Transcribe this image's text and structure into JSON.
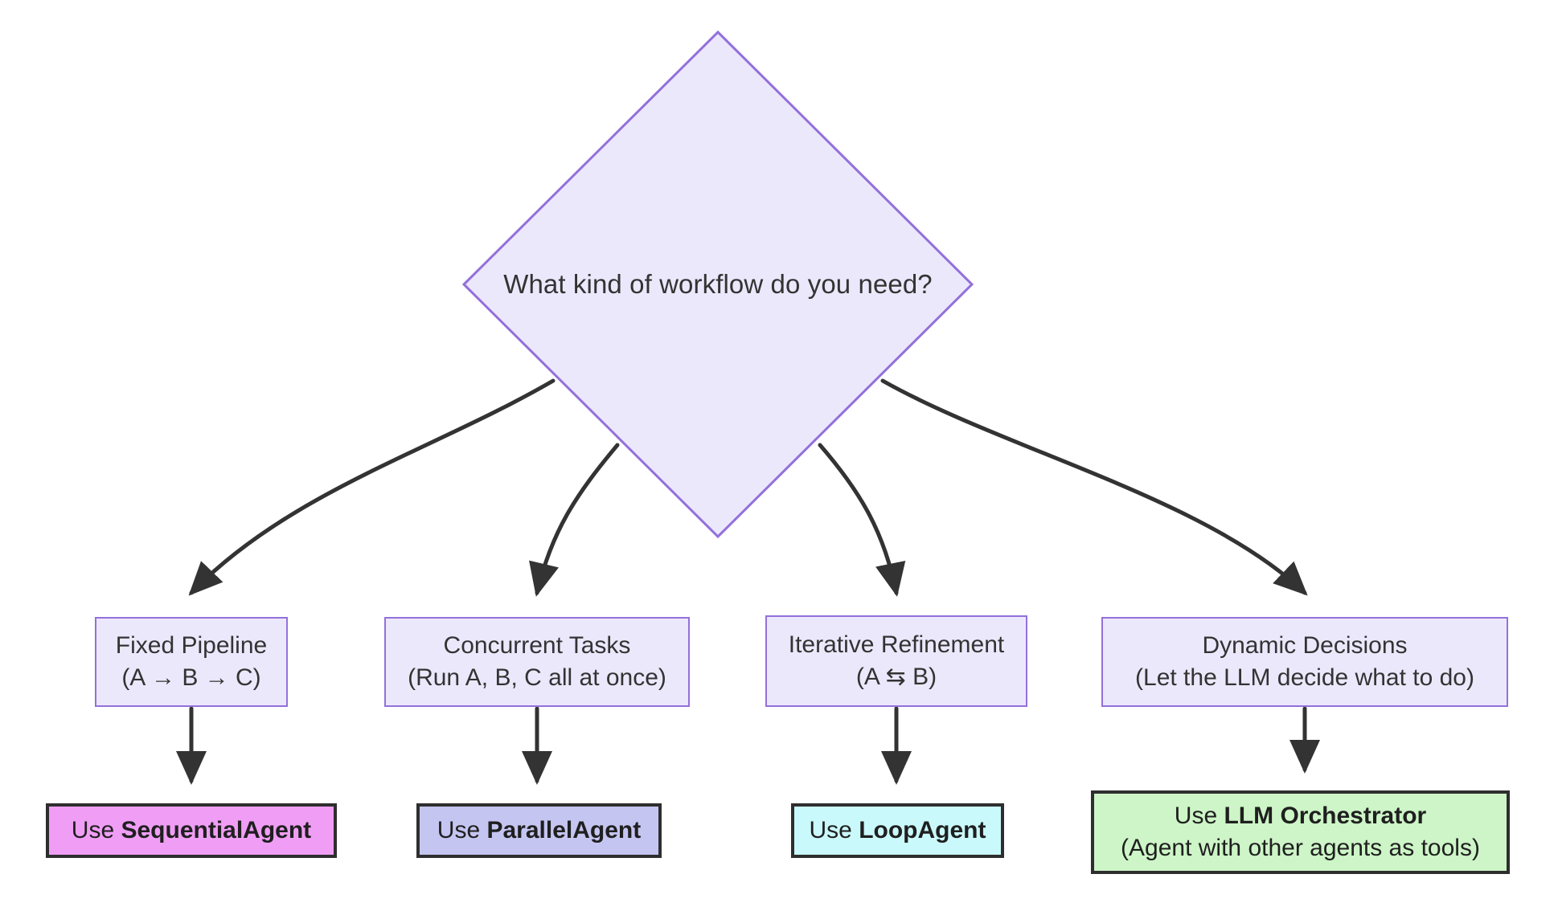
{
  "diagram": {
    "type": "decision-flowchart",
    "background_color": "#ffffff",
    "decision": {
      "text": "What kind of workflow do you need?",
      "shape": "diamond",
      "fill_color": "#ece8fc",
      "border_color": "#9370db"
    },
    "options": [
      {
        "id": "sequential",
        "line1": "Fixed Pipeline",
        "line2": "(A → B → C)",
        "fill_color": "#ece8fc",
        "border_color": "#9370db"
      },
      {
        "id": "parallel",
        "line1": "Concurrent Tasks",
        "line2": "(Run A, B, C all at once)",
        "fill_color": "#ece8fc",
        "border_color": "#9370db"
      },
      {
        "id": "loop",
        "line1": "Iterative Refinement",
        "line2": "(A ⇆ B)",
        "fill_color": "#ece8fc",
        "border_color": "#9370db"
      },
      {
        "id": "dynamic",
        "line1": "Dynamic Decisions",
        "line2": "(Let the LLM decide what to do)",
        "fill_color": "#ece8fc",
        "border_color": "#9370db"
      }
    ],
    "results": [
      {
        "id": "sequential-agent",
        "prefix": "Use ",
        "name": "SequentialAgent",
        "line2": "",
        "fill_color": "#f09ef5",
        "border_color": "#2e2e2e"
      },
      {
        "id": "parallel-agent",
        "prefix": "Use ",
        "name": "ParallelAgent",
        "line2": "",
        "fill_color": "#c5c5f2",
        "border_color": "#2e2e2e"
      },
      {
        "id": "loop-agent",
        "prefix": "Use ",
        "name": "LoopAgent",
        "line2": "",
        "fill_color": "#caf9fb",
        "border_color": "#2e2e2e"
      },
      {
        "id": "llm-orchestrator",
        "prefix": "Use ",
        "name": "LLM Orchestrator",
        "line2": "(Agent with other agents as tools)",
        "fill_color": "#cdf5c7",
        "border_color": "#2e2e2e"
      }
    ],
    "edge_color": "#333333"
  }
}
